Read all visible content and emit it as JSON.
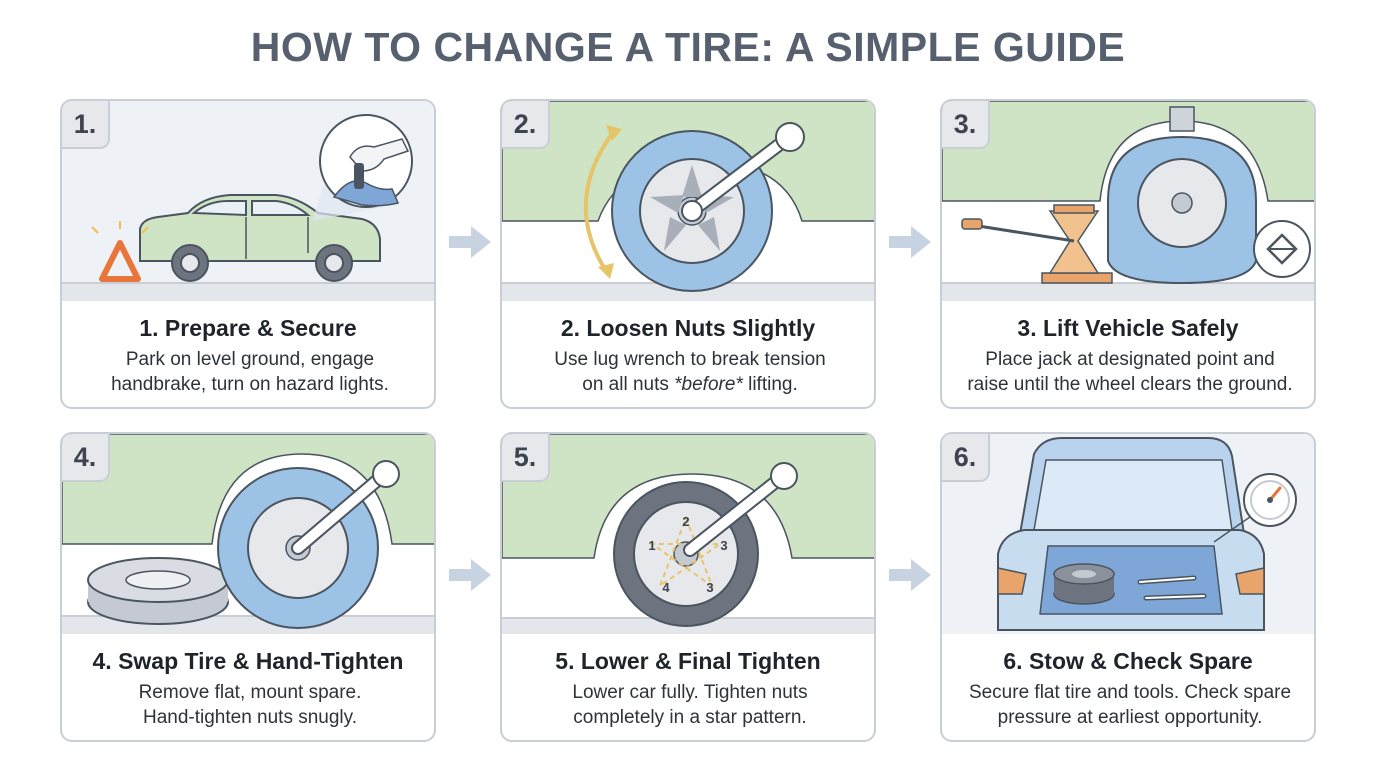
{
  "page": {
    "title": "HOW TO CHANGE A TIRE: A SIMPLE GUIDE"
  },
  "colors": {
    "car_body": "#cfe3c5",
    "car_outline": "#4a5560",
    "tire": "#6d7480",
    "tire_blue": "#9cc2e6",
    "hazard": "#e8763a",
    "jack": "#e8a46a",
    "ground": "#e3e6ea",
    "arrow": "#c7d3e0"
  },
  "steps": [
    {
      "number": "1.",
      "title": "1. Prepare & Secure",
      "line1": "Park on level ground, engage",
      "line2": "handbrake, turn on hazard lights.",
      "icons": [
        "car-icon",
        "hazard-triangle-icon",
        "handbrake-hand-icon"
      ]
    },
    {
      "number": "2.",
      "title": "2. Loosen Nuts Slightly",
      "line1": "Use lug wrench to break tension",
      "line2_pre": "on all nuts ",
      "line2_em": "*before*",
      "line2_post": " lifting.",
      "icons": [
        "wheel-icon",
        "lug-wrench-icon",
        "rotation-arrow-icon"
      ]
    },
    {
      "number": "3.",
      "title": "3. Lift Vehicle Safely",
      "line1": "Place jack at designated point and",
      "line2": "raise until the wheel clears the ground.",
      "icons": [
        "scissor-jack-icon",
        "wheel-icon",
        "jack-point-icon"
      ]
    },
    {
      "number": "4.",
      "title": "4. Swap Tire & Hand-Tighten",
      "line1": "Remove flat, mount spare.",
      "line2": "Hand-tighten nuts snugly.",
      "icons": [
        "spare-tire-icon",
        "wheel-icon",
        "lug-wrench-icon"
      ]
    },
    {
      "number": "5.",
      "title": "5. Lower & Final Tighten",
      "line1": "Lower car fully. Tighten nuts",
      "line2": "completely in a star pattern.",
      "star_labels": [
        "1",
        "2",
        "3",
        "4",
        "3"
      ],
      "icons": [
        "wheel-icon",
        "lug-wrench-icon",
        "star-pattern-icon"
      ]
    },
    {
      "number": "6.",
      "title": "6. Stow & Check Spare",
      "line1": "Secure flat tire and tools. Check spare",
      "line2": "pressure at earliest opportunity.",
      "icons": [
        "trunk-icon",
        "tire-stack-icon",
        "pressure-gauge-icon"
      ]
    }
  ]
}
